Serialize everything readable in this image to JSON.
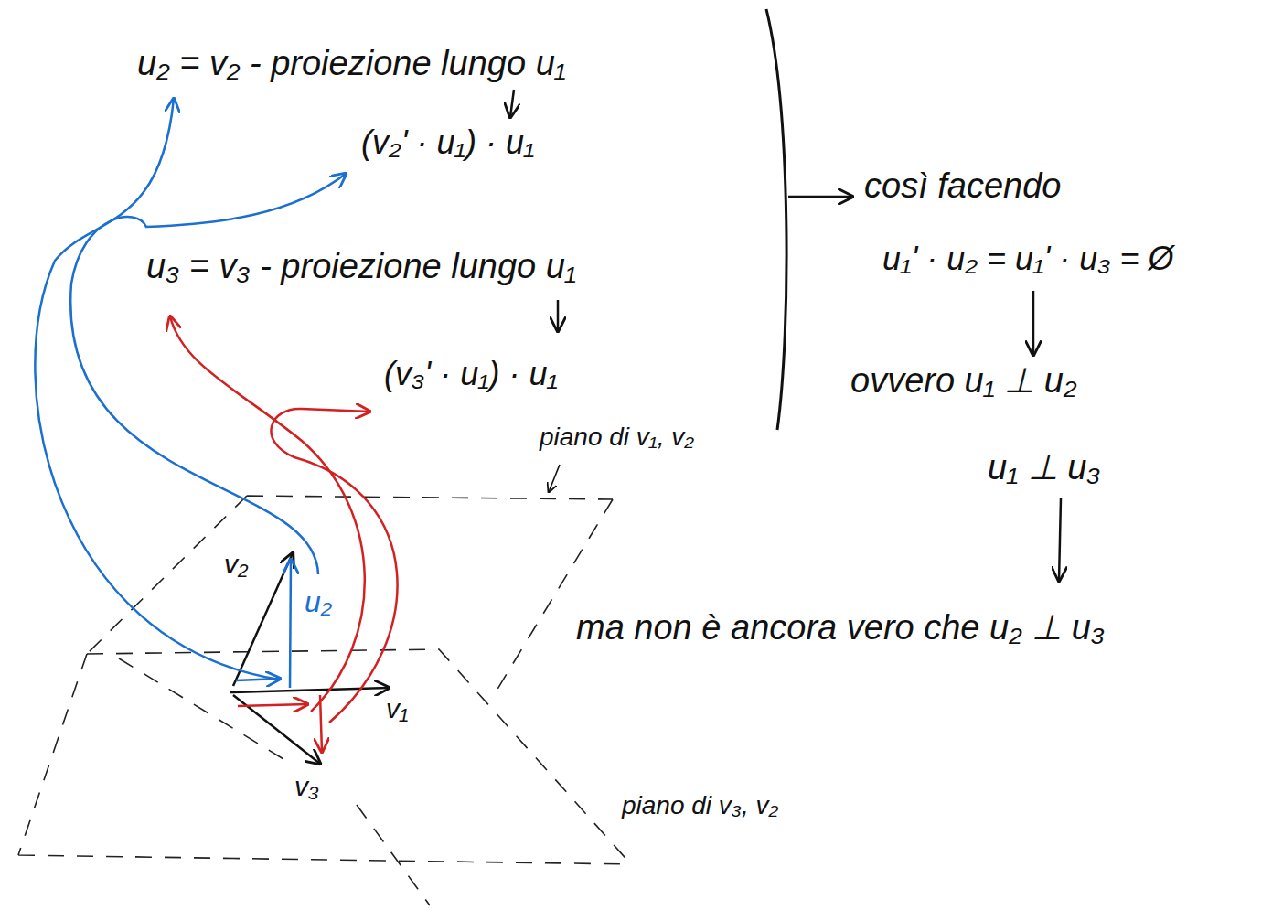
{
  "diagram": {
    "labels": [
      "u₂ = v₂ - proiezione lungo u₁",
      "(v₂' · u₁) · u₁",
      "u₃ = v₃ - proiezione lungo u₁",
      "(v₃' · u₁) · u₁",
      "così facendo",
      "u₁' · u₂ = u₁' · u₃ = Ø",
      "ovvero u₁ ⊥ u₂",
      "u₁ ⊥ u₃",
      "ma non è ancora vero che u₂ ⊥ u₃",
      "piano di v₁, v₂",
      "piano di v₃, v₂",
      "v₂",
      "u₂",
      "v₁",
      "v₃"
    ]
  }
}
